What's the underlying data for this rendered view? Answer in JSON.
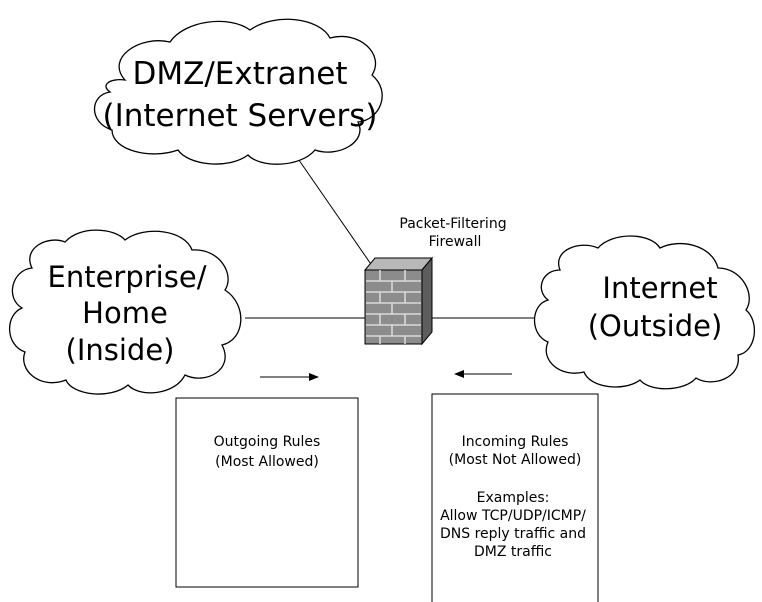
{
  "clouds": {
    "dmz": {
      "line1": "DMZ/Extranet",
      "line2": "(Internet Servers)"
    },
    "enterprise": {
      "line1": "Enterprise/",
      "line2": "Home",
      "line3": "(Inside)"
    },
    "internet": {
      "line1": "Internet",
      "line2": "(Outside)"
    }
  },
  "firewall": {
    "icon": "brick-firewall-icon",
    "label_line1": "Packet-Filtering",
    "label_line2": "Firewall"
  },
  "outgoing": {
    "title": "Outgoing Rules",
    "subtitle": "(Most Allowed)",
    "arrow_direction": "right"
  },
  "incoming": {
    "title": "Incoming Rules",
    "subtitle": "(Most Not Allowed)",
    "examples_heading": "Examples:",
    "example_line1": "Allow TCP/UDP/ICMP/",
    "example_line2": "DNS reply traffic and",
    "example_line3": "DMZ traffic",
    "arrow_direction": "left"
  },
  "colors": {
    "stroke": "#000000",
    "firewall_face": "#8c8c8c",
    "firewall_top": "#b8b8b8",
    "firewall_side": "#5e5e5e",
    "firewall_mortar": "#d9d9d9"
  }
}
